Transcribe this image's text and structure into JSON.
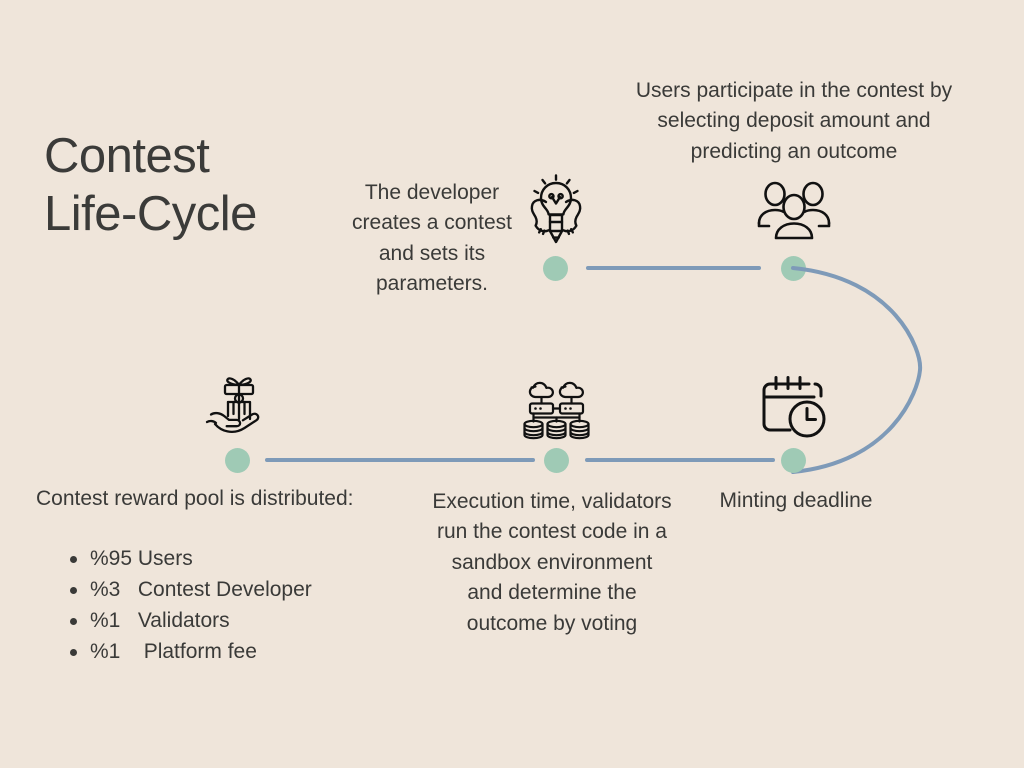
{
  "page": {
    "background_color": "#efe5da",
    "text_color": "#3a3a38",
    "accent_dot_color": "#9fcab5",
    "rail_color": "#7e9ab8",
    "title": "Contest\nLife-Cycle"
  },
  "steps": [
    {
      "id": "developer",
      "icon": "lightbulb-pencil-muscle-icon",
      "text": "The developer creates a contest and sets its parameters.",
      "row": "top",
      "order": 1
    },
    {
      "id": "users",
      "icon": "users-group-icon",
      "text": "Users participate in the contest by selecting deposit amount and predicting an outcome",
      "row": "top",
      "order": 2
    },
    {
      "id": "minting-deadline",
      "icon": "calendar-clock-icon",
      "text": "Minting deadline",
      "row": "bottom",
      "order": 3
    },
    {
      "id": "execution",
      "icon": "cloud-servers-database-icon",
      "text": "Execution time, validators run the contest code in a sandbox environment and determine the outcome by voting",
      "row": "bottom",
      "order": 4
    },
    {
      "id": "reward-pool",
      "icon": "hand-holding-gift-icon",
      "heading": " Contest reward pool is distributed:",
      "items": [
        "%95 Users",
        "%3   Contest Developer",
        "%1   Validators",
        "%1    Platform fee"
      ],
      "row": "bottom",
      "order": 5
    }
  ]
}
